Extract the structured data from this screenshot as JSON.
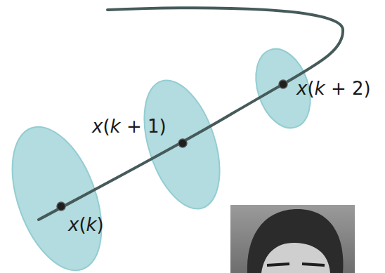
{
  "diagram": {
    "labels": [
      "x(k)",
      "x(k + 1)",
      "x(k + 2)"
    ]
  }
}
